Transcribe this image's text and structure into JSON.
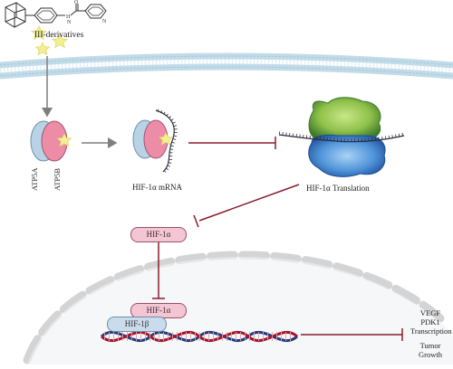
{
  "compound_label": "III-derivatives",
  "compound_n_label": "N",
  "atp5a_label": "ATP5A",
  "atp5b_label": "ATP5B",
  "mrna_label": "HIF-1α mRNA",
  "translation_label": "HIF-1α Translation",
  "hif_cytoplasm_label": "HIF-1α",
  "hif_nucleus_label": "HIF-1α",
  "hif1b_label": "HIF-1β",
  "target_lines": [
    "VEGF",
    "PDK1",
    "Transcription"
  ],
  "outcome_lines": [
    "Tumor",
    "Growth"
  ],
  "colors": {
    "inhibit": "#8b1c2b",
    "arrow": "#7f7f7f",
    "atp5a": "#b8d3e6",
    "atp5b": "#ec8ca6",
    "star": "#f4ef92",
    "hif_pill": "#f4c6d3",
    "hif1b_pill": "#c9dcec",
    "ribosome_top": "#9ccc4a",
    "ribosome_bottom": "#4d8fd6"
  }
}
